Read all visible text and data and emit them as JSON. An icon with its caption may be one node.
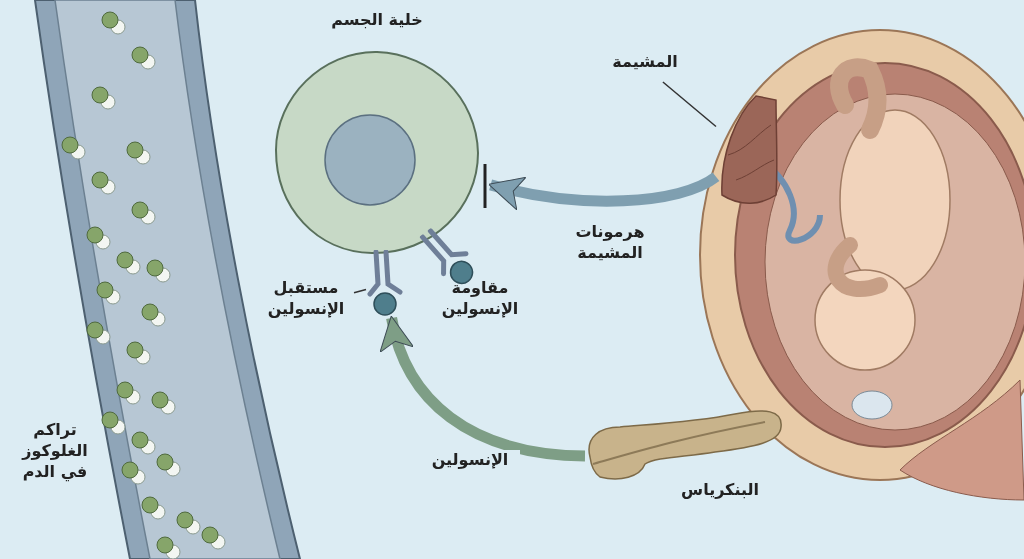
{
  "diagram": {
    "nodes": [
      {
        "text": [
          "خلية الجسم"
        ]
      },
      {
        "text": [],
        "shape": "picture"
      },
      {
        "text": [
          "مستقبل الإنسولين"
        ]
      },
      {
        "text": [],
        "shape": "picture"
      },
      {
        "text": [
          "المشيمة"
        ]
      },
      {
        "text": [
          "البنكرياس"
        ]
      }
    ],
    "edges": [
      {
        "from": 2,
        "to": 1,
        "arrow": "none"
      },
      {
        "from": 4,
        "to": 3,
        "arrow": "none"
      },
      {
        "from": 3,
        "to": 0,
        "arrow": "to",
        "label": "هرمونات المشيمة",
        "style": "thick",
        "color": "#7f9fb0"
      },
      {
        "from": 5,
        "to": 1,
        "arrow": "to",
        "label": "الإنسولين",
        "style": "thick",
        "color": "#7e9e86"
      }
    ],
    "labels": [
      "مقاومة الإنسولين",
      "تراكم الغلوكوز في الدم"
    ]
  }
}
